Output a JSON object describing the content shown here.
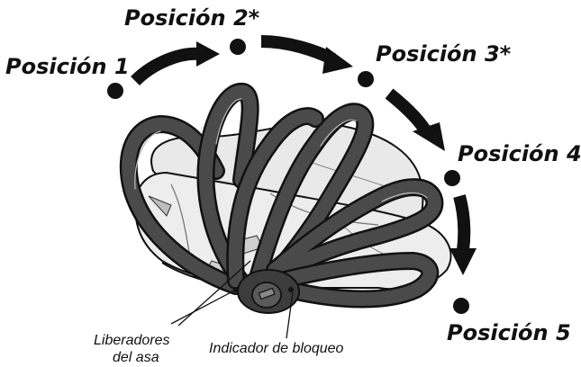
{
  "positions": [
    {
      "label": "Posición 1"
    },
    {
      "label": "Posición 2*"
    },
    {
      "label": "Posición 3*"
    },
    {
      "label": "Posición 4"
    },
    {
      "label": "Posición 5"
    }
  ],
  "callouts": {
    "handle_release_line1": "Liberadores",
    "handle_release_line2": "del asa",
    "lock_indicator": "Indicador de bloqueo"
  },
  "colors": {
    "ink": "#111111",
    "handle_fill": "#4a4a4a",
    "seat_shell": "#e9e9e9"
  }
}
